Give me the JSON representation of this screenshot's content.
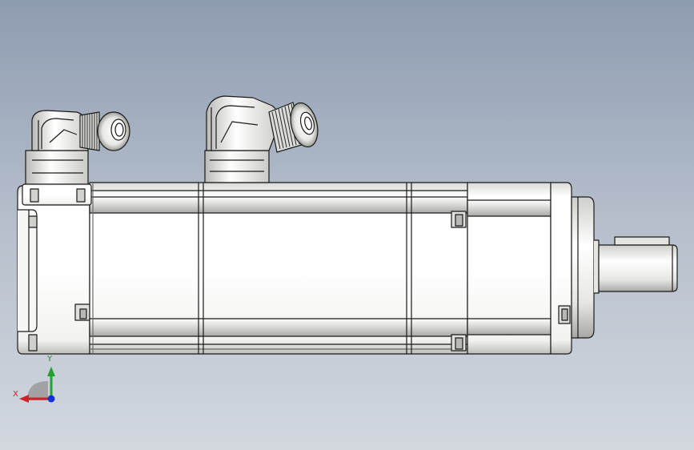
{
  "viewport": {
    "background_top": "#8e9cb1",
    "background_bottom": "#d3d8df",
    "model": "servo-motor-side-view"
  },
  "triad": {
    "x_label": "X",
    "y_label": "Y",
    "x_color": "#d0202a",
    "y_color": "#22a22f",
    "z_color": "#1530d6"
  },
  "colors": {
    "outline": "#1a1a1a",
    "face": "#f4f4f2",
    "shade": "#c9c9c6"
  }
}
